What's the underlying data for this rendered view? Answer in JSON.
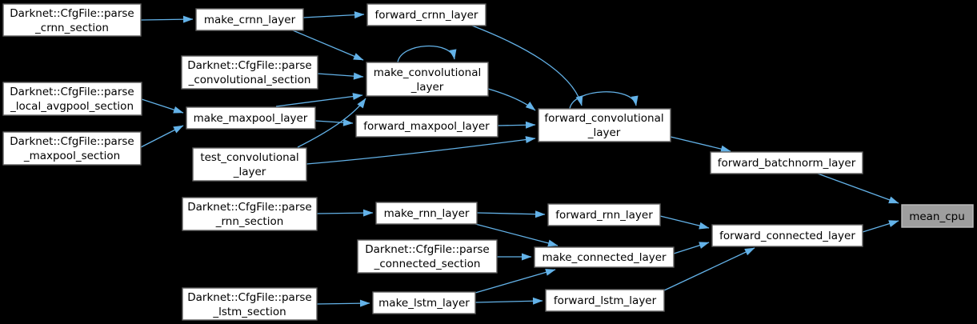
{
  "diagram": {
    "type": "call-graph",
    "description": "Doxygen-style caller graph converging on mean_cpu",
    "background_color": "#000000",
    "node_fill": "#ffffff",
    "node_border": "#5f5f5f",
    "node_text_color": "#000000",
    "highlight_node": "mean_cpu",
    "highlight_fill": "#9e9e9e",
    "highlight_border": "#bdbdbd",
    "edge_color": "#63b2e8"
  },
  "nodes": {
    "parse_crnn_section": {
      "label": "Darknet::CfgFile::parse_crnn_section",
      "line1": "Darknet::CfgFile::parse",
      "line2": "_crnn_section"
    },
    "make_crnn_layer": {
      "label": "make_crnn_layer"
    },
    "forward_crnn_layer": {
      "label": "forward_crnn_layer"
    },
    "parse_convolutional_section": {
      "label": "Darknet::CfgFile::parse_convolutional_section",
      "line1": "Darknet::CfgFile::parse",
      "line2": "_convolutional_section"
    },
    "make_convolutional_layer": {
      "label": "make_convolutional_layer",
      "line1": "make_convolutional",
      "line2": "_layer"
    },
    "parse_local_avgpool_section": {
      "label": "Darknet::CfgFile::parse_local_avgpool_section",
      "line1": "Darknet::CfgFile::parse",
      "line2": "_local_avgpool_section"
    },
    "make_maxpool_layer": {
      "label": "make_maxpool_layer"
    },
    "parse_maxpool_section": {
      "label": "Darknet::CfgFile::parse_maxpool_section",
      "line1": "Darknet::CfgFile::parse",
      "line2": "_maxpool_section"
    },
    "forward_maxpool_layer": {
      "label": "forward_maxpool_layer"
    },
    "forward_convolutional_layer": {
      "label": "forward_convolutional_layer",
      "line1": "forward_convolutional",
      "line2": "_layer"
    },
    "test_convolutional_layer": {
      "label": "test_convolutional_layer",
      "line1": "test_convolutional",
      "line2": "_layer"
    },
    "forward_batchnorm_layer": {
      "label": "forward_batchnorm_layer"
    },
    "mean_cpu": {
      "label": "mean_cpu"
    },
    "parse_rnn_section": {
      "label": "Darknet::CfgFile::parse_rnn_section",
      "line1": "Darknet::CfgFile::parse",
      "line2": "_rnn_section"
    },
    "make_rnn_layer": {
      "label": "make_rnn_layer"
    },
    "forward_rnn_layer": {
      "label": "forward_rnn_layer"
    },
    "parse_connected_section": {
      "label": "Darknet::CfgFile::parse_connected_section",
      "line1": "Darknet::CfgFile::parse",
      "line2": "_connected_section"
    },
    "make_connected_layer": {
      "label": "make_connected_layer"
    },
    "forward_connected_layer": {
      "label": "forward_connected_layer"
    },
    "parse_lstm_section": {
      "label": "Darknet::CfgFile::parse_lstm_section",
      "line1": "Darknet::CfgFile::parse",
      "line2": "_lstm_section"
    },
    "make_lstm_layer": {
      "label": "make_lstm_layer"
    },
    "forward_lstm_layer": {
      "label": "forward_lstm_layer"
    }
  },
  "edges": [
    {
      "from": "parse_crnn_section",
      "to": "make_crnn_layer"
    },
    {
      "from": "make_crnn_layer",
      "to": "forward_crnn_layer"
    },
    {
      "from": "make_crnn_layer",
      "to": "make_convolutional_layer"
    },
    {
      "from": "parse_convolutional_section",
      "to": "make_convolutional_layer"
    },
    {
      "from": "make_convolutional_layer",
      "to": "make_convolutional_layer"
    },
    {
      "from": "forward_crnn_layer",
      "to": "forward_convolutional_layer"
    },
    {
      "from": "forward_convolutional_layer",
      "to": "forward_convolutional_layer"
    },
    {
      "from": "make_convolutional_layer",
      "to": "forward_convolutional_layer"
    },
    {
      "from": "parse_local_avgpool_section",
      "to": "make_maxpool_layer"
    },
    {
      "from": "parse_maxpool_section",
      "to": "make_maxpool_layer"
    },
    {
      "from": "make_maxpool_layer",
      "to": "make_convolutional_layer"
    },
    {
      "from": "make_maxpool_layer",
      "to": "forward_maxpool_layer"
    },
    {
      "from": "test_convolutional_layer",
      "to": "make_convolutional_layer"
    },
    {
      "from": "forward_maxpool_layer",
      "to": "forward_convolutional_layer"
    },
    {
      "from": "test_convolutional_layer",
      "to": "forward_convolutional_layer"
    },
    {
      "from": "forward_convolutional_layer",
      "to": "forward_batchnorm_layer"
    },
    {
      "from": "forward_batchnorm_layer",
      "to": "mean_cpu"
    },
    {
      "from": "parse_rnn_section",
      "to": "make_rnn_layer"
    },
    {
      "from": "make_rnn_layer",
      "to": "forward_rnn_layer"
    },
    {
      "from": "make_rnn_layer",
      "to": "make_connected_layer"
    },
    {
      "from": "forward_rnn_layer",
      "to": "forward_connected_layer"
    },
    {
      "from": "parse_connected_section",
      "to": "make_connected_layer"
    },
    {
      "from": "make_connected_layer",
      "to": "forward_connected_layer"
    },
    {
      "from": "forward_lstm_layer",
      "to": "forward_connected_layer"
    },
    {
      "from": "parse_lstm_section",
      "to": "make_lstm_layer"
    },
    {
      "from": "make_lstm_layer",
      "to": "forward_lstm_layer"
    },
    {
      "from": "make_lstm_layer",
      "to": "make_connected_layer"
    },
    {
      "from": "forward_connected_layer",
      "to": "mean_cpu"
    }
  ]
}
